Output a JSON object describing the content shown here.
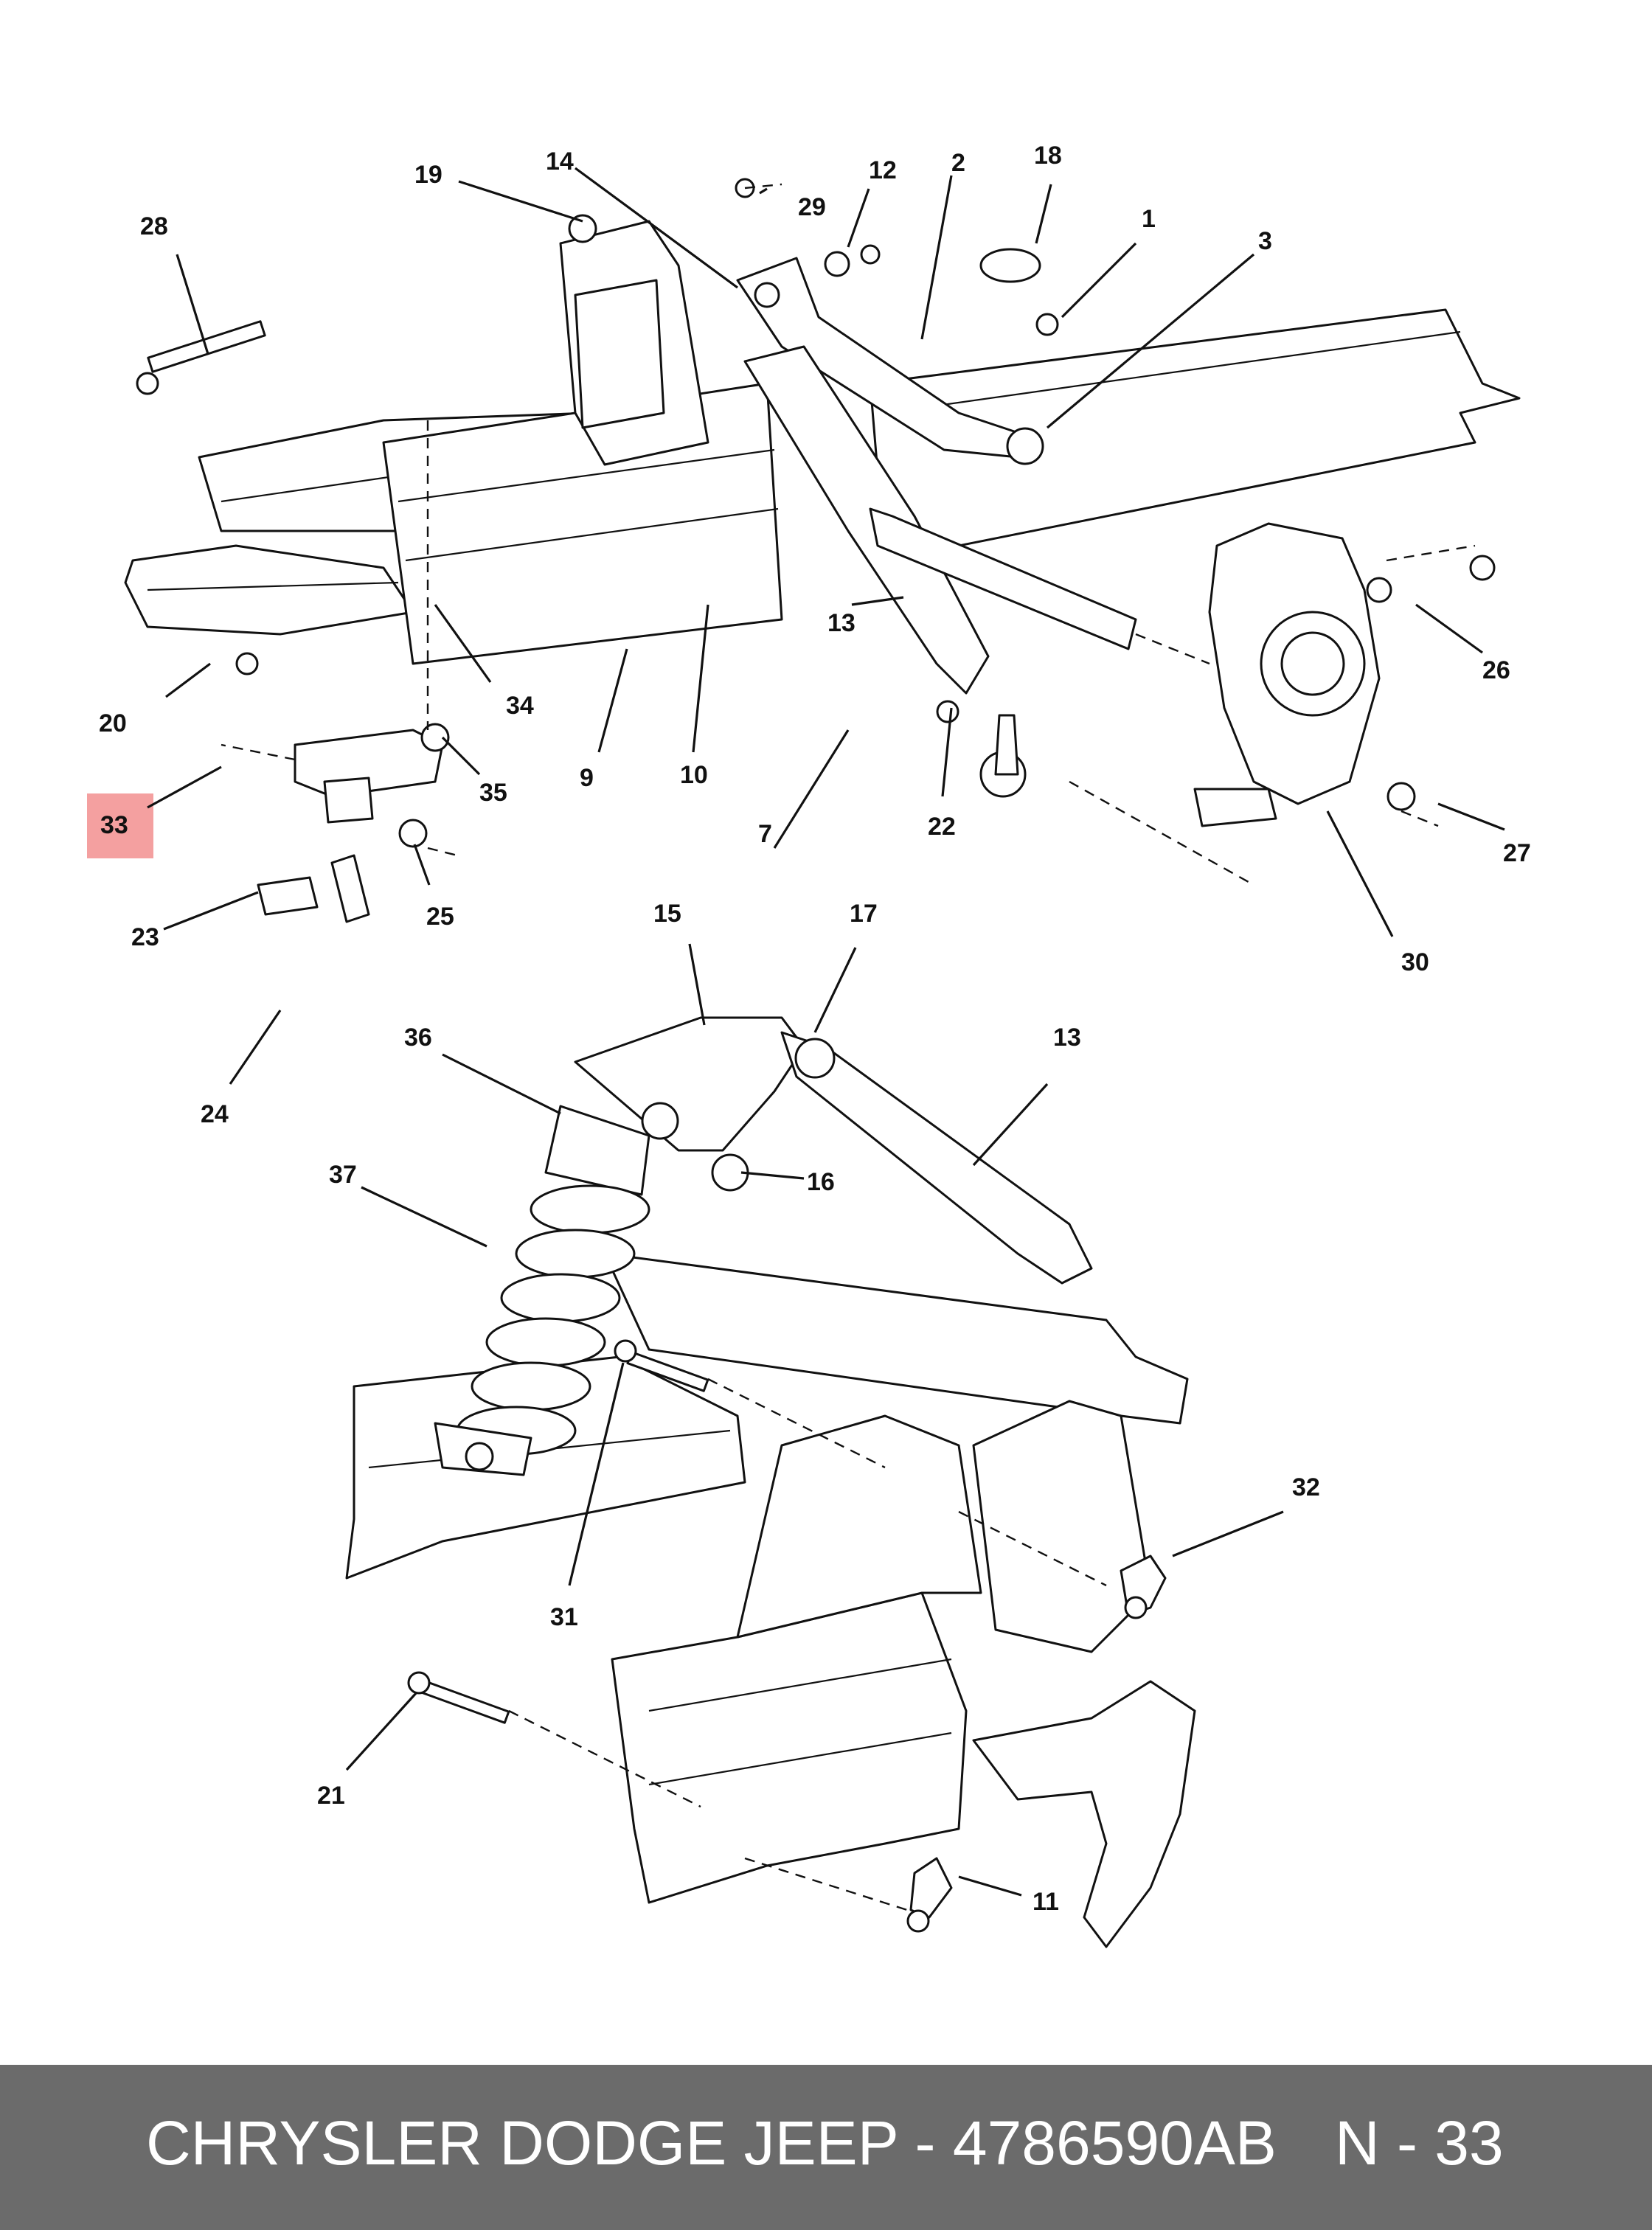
{
  "highlight_color": "#f4a0a0",
  "footer_color": "#6b6b6b",
  "footer": {
    "part_text": "CHRYSLER DODGE JEEP - 4786590AB",
    "ref_text": "N - 33"
  },
  "callouts": {
    "c1": "1",
    "c2": "2",
    "c3": "3",
    "c7": "7",
    "c9": "9",
    "c10": "10",
    "c11": "11",
    "c12": "12",
    "c13a": "13",
    "c13b": "13",
    "c14": "14",
    "c15": "15",
    "c16": "16",
    "c17": "17",
    "c18": "18",
    "c19": "19",
    "c20": "20",
    "c21": "21",
    "c22": "22",
    "c23": "23",
    "c24": "24",
    "c25": "25",
    "c26": "26",
    "c27": "27",
    "c28": "28",
    "c29": "29",
    "c30": "30",
    "c31": "31",
    "c32": "32",
    "c33": "33",
    "c34": "34",
    "c35": "35",
    "c36": "36",
    "c37": "37"
  },
  "highlighted_callout": "33"
}
